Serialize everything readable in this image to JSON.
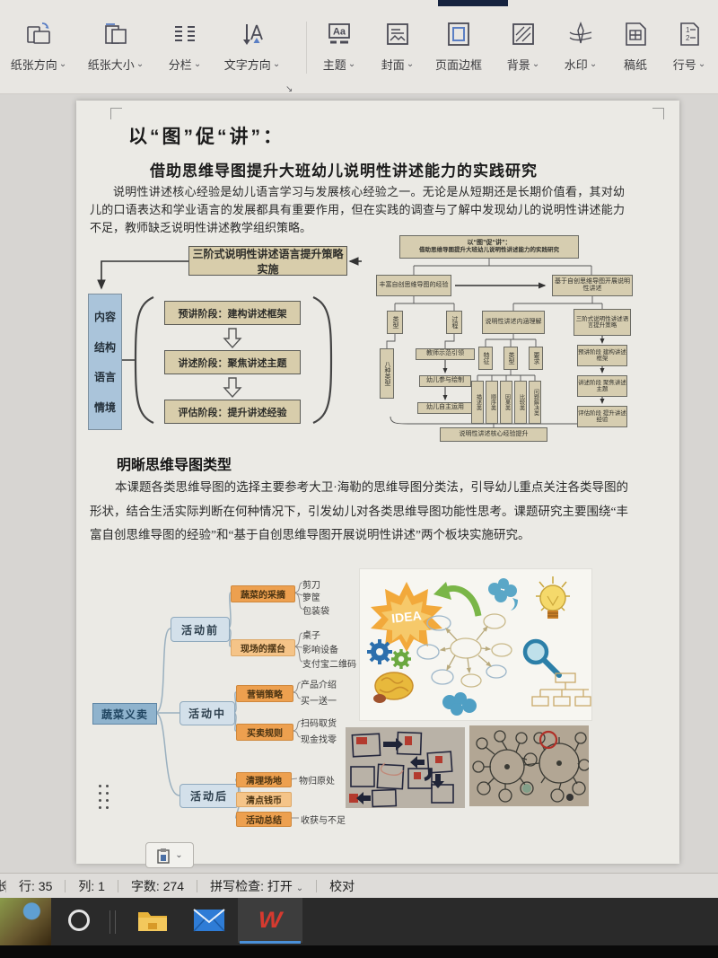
{
  "colors": {
    "tan": "#d8cdab",
    "blue_box": "#aac4da",
    "orange": "#eda04f",
    "orange_light": "#f5c488",
    "wps_red": "#d63a2f",
    "taskbar": "#2a2a2a",
    "accent_blue": "#5b7fc4"
  },
  "icons": {
    "caret": "⌄"
  },
  "toolbar": {
    "items": [
      {
        "label": "纸张方向"
      },
      {
        "label": "纸张大小"
      },
      {
        "label": "分栏"
      },
      {
        "label": "文字方向"
      },
      {
        "label": "主题"
      },
      {
        "label": "封面"
      },
      {
        "label": "页面边框"
      },
      {
        "label": "背景"
      },
      {
        "label": "水印"
      },
      {
        "label": "稿纸"
      },
      {
        "label": "行号"
      }
    ]
  },
  "document": {
    "title": "以“图”促“讲”：",
    "subtitle": "借助思维导图提升大班幼儿说明性讲述能力的实践研究",
    "para1": "说明性讲述核心经验是幼儿语言学习与发展核心经验之一。无论是从短期还是长期价值看，其对幼儿的口语表达和学业语言的发展都具有重要作用，但在实践的调查与了解中发现幼儿的说明性讲述能力不足，教师缺乏说明性讲述教学组织策略。",
    "heading2": "明晰思维导图类型",
    "para2": "本课题各类思维导图的选择主要参考大卫·海勒的思维导图分类法，引导幼儿重点关注各类导图的形状，结合生活实际判断在何种情况下，引发幼儿对各类思维导图功能性思考。课题研究主要围绕“丰富自创思维导图的经验”和“基于自创思维导图开展说明性讲述”两个板块实施研究。"
  },
  "flowchart": {
    "top": "三阶式说明性讲述语言提升策略实施",
    "side": [
      "内容",
      "结构",
      "语言",
      "情境"
    ],
    "stages": [
      "预讲阶段：建构讲述框架",
      "讲述阶段：聚焦讲述主题",
      "评估阶段：提升讲述经验"
    ]
  },
  "thumb": {
    "title1": "以“图”促“讲”：",
    "title2": "借助思维导图提升大班幼儿说明性讲述能力的实践研究",
    "left": "丰富自创思维导图的经验",
    "right": "基于自创思维导图开展说明性讲述",
    "type": "类型",
    "process": "过程",
    "eight": "八种类型",
    "p1": "教师示范引领",
    "p2": "幼儿参与绘制",
    "p3": "幼儿自主运用",
    "mid": "说明性讲述内涵理解",
    "f1": "特征",
    "f2": "类型",
    "f3": "要求",
    "t1": "描述类",
    "t2": "顺序类",
    "t3": "因果类",
    "t4": "比较类",
    "t5": "问题解决类",
    "rcol": "三阶式说明性讲述语言提升策略",
    "r1": "预讲阶段 建构讲述框架",
    "r2": "讲述阶段 聚焦讲述主题",
    "r3": "评估阶段 提升讲述经验",
    "bottom": "说明性讲述核心经验提升"
  },
  "mindmap2": {
    "root": "蔬菜义卖",
    "b1": "活动前",
    "b2": "活动中",
    "b3": "活动后",
    "n1": "蔬菜的采摘",
    "n1l": [
      "剪刀",
      "箩筐",
      "包装袋"
    ],
    "n2": "现场的摆台",
    "n2l": [
      "桌子",
      "影响设备",
      "支付宝二维码"
    ],
    "n3": "营销策略",
    "n3l": [
      "产品介绍",
      "买一送一"
    ],
    "n4": "买卖规则",
    "n4l": [
      "扫码取货",
      "现金找零"
    ],
    "n5": "清理场地",
    "n5l": "物归原处",
    "n6": "清点钱币",
    "n7": "活动总结",
    "n7l": "收获与不足"
  },
  "clipart": {
    "idea": "IDEA"
  },
  "statusbar": {
    "line": "行: 35",
    "column": "列: 1",
    "words": "字数: 274",
    "spell": "拼写检查: 打开",
    "proof": "校对"
  }
}
